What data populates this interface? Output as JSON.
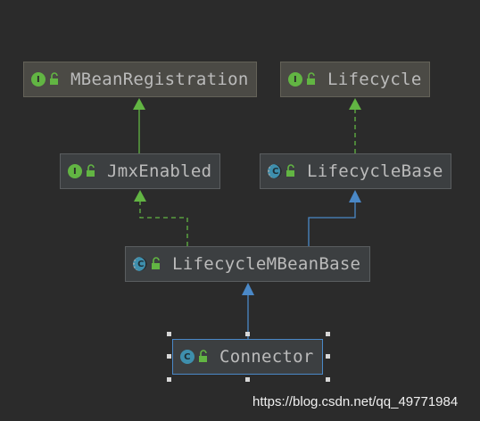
{
  "diagram": {
    "nodes": [
      {
        "id": "mbeanregistration",
        "label": "MBeanRegistration",
        "kind": "I"
      },
      {
        "id": "lifecycle",
        "label": "Lifecycle",
        "kind": "I"
      },
      {
        "id": "jmxenabled",
        "label": "JmxEnabled",
        "kind": "I"
      },
      {
        "id": "lifecyclebase",
        "label": "LifecycleBase",
        "kind": "C"
      },
      {
        "id": "lifecyclembeanbase",
        "label": "LifecycleMBeanBase",
        "kind": "C"
      },
      {
        "id": "connector",
        "label": "Connector",
        "kind": "C"
      }
    ],
    "edges": [
      {
        "from": "jmxenabled",
        "to": "mbeanregistration",
        "type": "extends"
      },
      {
        "from": "lifecyclebase",
        "to": "lifecycle",
        "type": "implements"
      },
      {
        "from": "lifecyclembeanbase",
        "to": "jmxenabled",
        "type": "implements"
      },
      {
        "from": "lifecyclembeanbase",
        "to": "lifecyclebase",
        "type": "extends"
      },
      {
        "from": "connector",
        "to": "lifecyclembeanbase",
        "type": "extends"
      }
    ],
    "selected": "connector"
  },
  "colors": {
    "background": "#2b2b2b",
    "interface_icon": "#62b543",
    "class_icon": "#3e8fad",
    "interface_edge": "#62b543",
    "class_edge": "#4a88c7",
    "text": "#bbbbbb"
  },
  "icons": {
    "interface": "interface-icon",
    "class": "class-icon",
    "abstract_class": "abstract-class-icon",
    "visibility": "unlock-icon"
  },
  "watermark": "https://blog.csdn.net/qq_49771984"
}
